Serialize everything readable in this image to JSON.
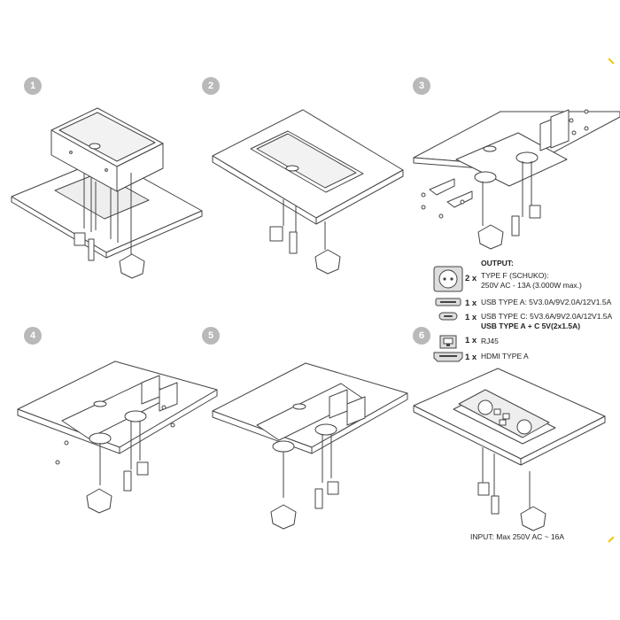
{
  "steps": [
    "1",
    "2",
    "3",
    "4",
    "5",
    "6"
  ],
  "specs": {
    "title": "OUTPUT:",
    "items": [
      {
        "icon": "schuko-socket-icon",
        "qty": "2 x",
        "lines": [
          "TYPE F (SCHUKO):",
          "250V AC - 13A (3.000W max.)"
        ]
      },
      {
        "icon": "usb-a-icon",
        "qty": "1 x",
        "lines": [
          "USB TYPE A: 5V3.0A/9V2.0A/12V1.5A"
        ]
      },
      {
        "icon": "usb-c-icon",
        "qty": "1 x",
        "lines": [
          "USB TYPE C: 5V3.6A/9V2.0A/12V1.5A"
        ],
        "bold": "USB TYPE A + C 5V(2x1.5A)"
      },
      {
        "icon": "rj45-icon",
        "qty": "1 x",
        "lines": [
          "RJ45"
        ]
      },
      {
        "icon": "hdmi-icon",
        "qty": "1 x",
        "lines": [
          "HDMI TYPE A"
        ]
      }
    ]
  },
  "input_label": "INPUT: Max 250V AC ~ 16A",
  "colors": {
    "line": "#444444",
    "badge": "#b9b9b9",
    "accent": "#f2c200"
  }
}
